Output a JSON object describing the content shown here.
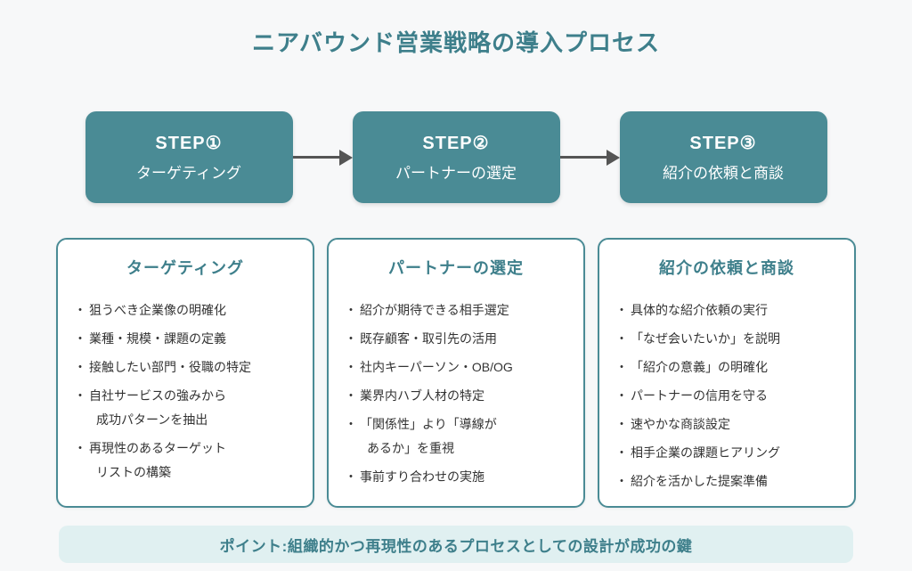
{
  "title": "ニアバウンド営業戦略の導入プロセス",
  "colors": {
    "step_box_fill": "#4A8B95",
    "teal_text": "#3E7F8B",
    "background": "#F7F8F9",
    "card_background": "#FFFFFF",
    "card_border": "#4A8B95",
    "footer_background": "#E0F0F1",
    "arrow": "#555555",
    "body_text": "#333333"
  },
  "steps": [
    {
      "label": "STEP①",
      "name": "ターゲティング"
    },
    {
      "label": "STEP②",
      "name": "パートナーの選定"
    },
    {
      "label": "STEP③",
      "name": "紹介の依頼と商談"
    }
  ],
  "cards": [
    {
      "title": "ターゲティング",
      "items": [
        [
          "狙うべき企業像の明確化"
        ],
        [
          "業種・規模・課題の定義"
        ],
        [
          "接触したい部門・役職の特定"
        ],
        [
          "自社サービスの強みから",
          "成功パターンを抽出"
        ],
        [
          "再現性のあるターゲット",
          "リストの構築"
        ]
      ]
    },
    {
      "title": "パートナーの選定",
      "items": [
        [
          "紹介が期待できる相手選定"
        ],
        [
          "既存顧客・取引先の活用"
        ],
        [
          "社内キーパーソン・OB/OG"
        ],
        [
          "業界内ハブ人材の特定"
        ],
        [
          "「関係性」より「導線が",
          "あるか」を重視"
        ],
        [
          "事前すり合わせの実施"
        ]
      ]
    },
    {
      "title": "紹介の依頼と商談",
      "items": [
        [
          "具体的な紹介依頼の実行"
        ],
        [
          "「なぜ会いたいか」を説明"
        ],
        [
          "「紹介の意義」の明確化"
        ],
        [
          "パートナーの信用を守る"
        ],
        [
          "速やかな商談設定"
        ],
        [
          "相手企業の課題ヒアリング"
        ],
        [
          "紹介を活かした提案準備"
        ]
      ]
    }
  ],
  "footer": "ポイント:組織的かつ再現性のあるプロセスとしての設計が成功の鍵"
}
